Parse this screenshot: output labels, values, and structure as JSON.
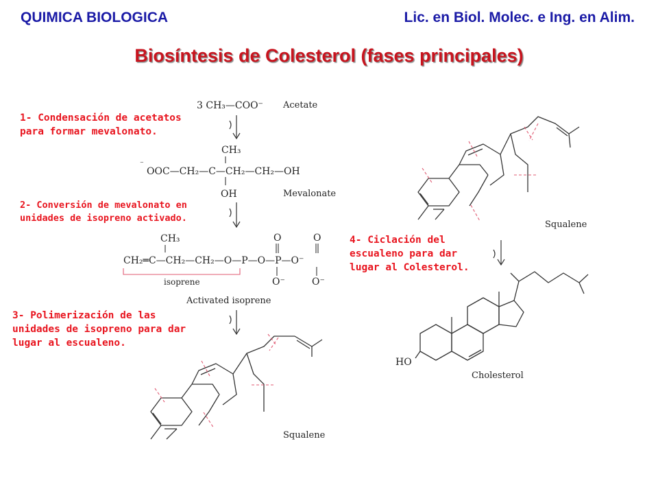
{
  "header": {
    "course": "QUIMICA BIOLOGICA",
    "program": "Lic. en Biol. Molec. e Ing. en Alim."
  },
  "title": "Biosíntesis de Colesterol (fases principales)",
  "steps": [
    {
      "lines": [
        "1- Condensación de acetatos",
        "para formar mevalonato."
      ]
    },
    {
      "lines": [
        "2- Conversión de mevalonato en",
        "unidades de isopreno activado."
      ]
    },
    {
      "lines": [
        "3- Polimerización de las",
        "unidades de isopreno para dar",
        "lugar al escualeno."
      ]
    },
    {
      "lines": [
        "4- Ciclación del",
        "escualeno para dar",
        "lugar al Colesterol."
      ]
    }
  ],
  "pathway": {
    "acetate_formula": "3 CH₃—COO⁻",
    "acetate_name": "Acetate",
    "mevalonate_ch3": "CH₃",
    "mevalonate_chain": "OOC—CH₂—C—CH₂—CH₂—OH",
    "mevalonate_oh": "OH",
    "mevalonate_name": "Mevalonate",
    "isoprene_ch3": "CH₃",
    "isoprene_chain": "CH₂═C—CH₂—CH₂—O—P—O—P—O⁻",
    "isoprene_o_top_1": "O",
    "isoprene_o_top_2": "O",
    "isoprene_o_bottom_1": "O⁻",
    "isoprene_o_bottom_2": "O⁻",
    "isoprene_bracket": "isoprene",
    "activated_isoprene_name": "Activated isoprene",
    "squalene_name": "Squalene",
    "squalene_name_2": "Squalene",
    "cholesterol_ho": "HO",
    "cholesterol_name": "Cholesterol"
  },
  "colors": {
    "header": "#1a1aa6",
    "title": "#c8141e",
    "steps": "#e8141e",
    "structure_lines": "#333333",
    "cleavage_marks": "#e05a72"
  }
}
